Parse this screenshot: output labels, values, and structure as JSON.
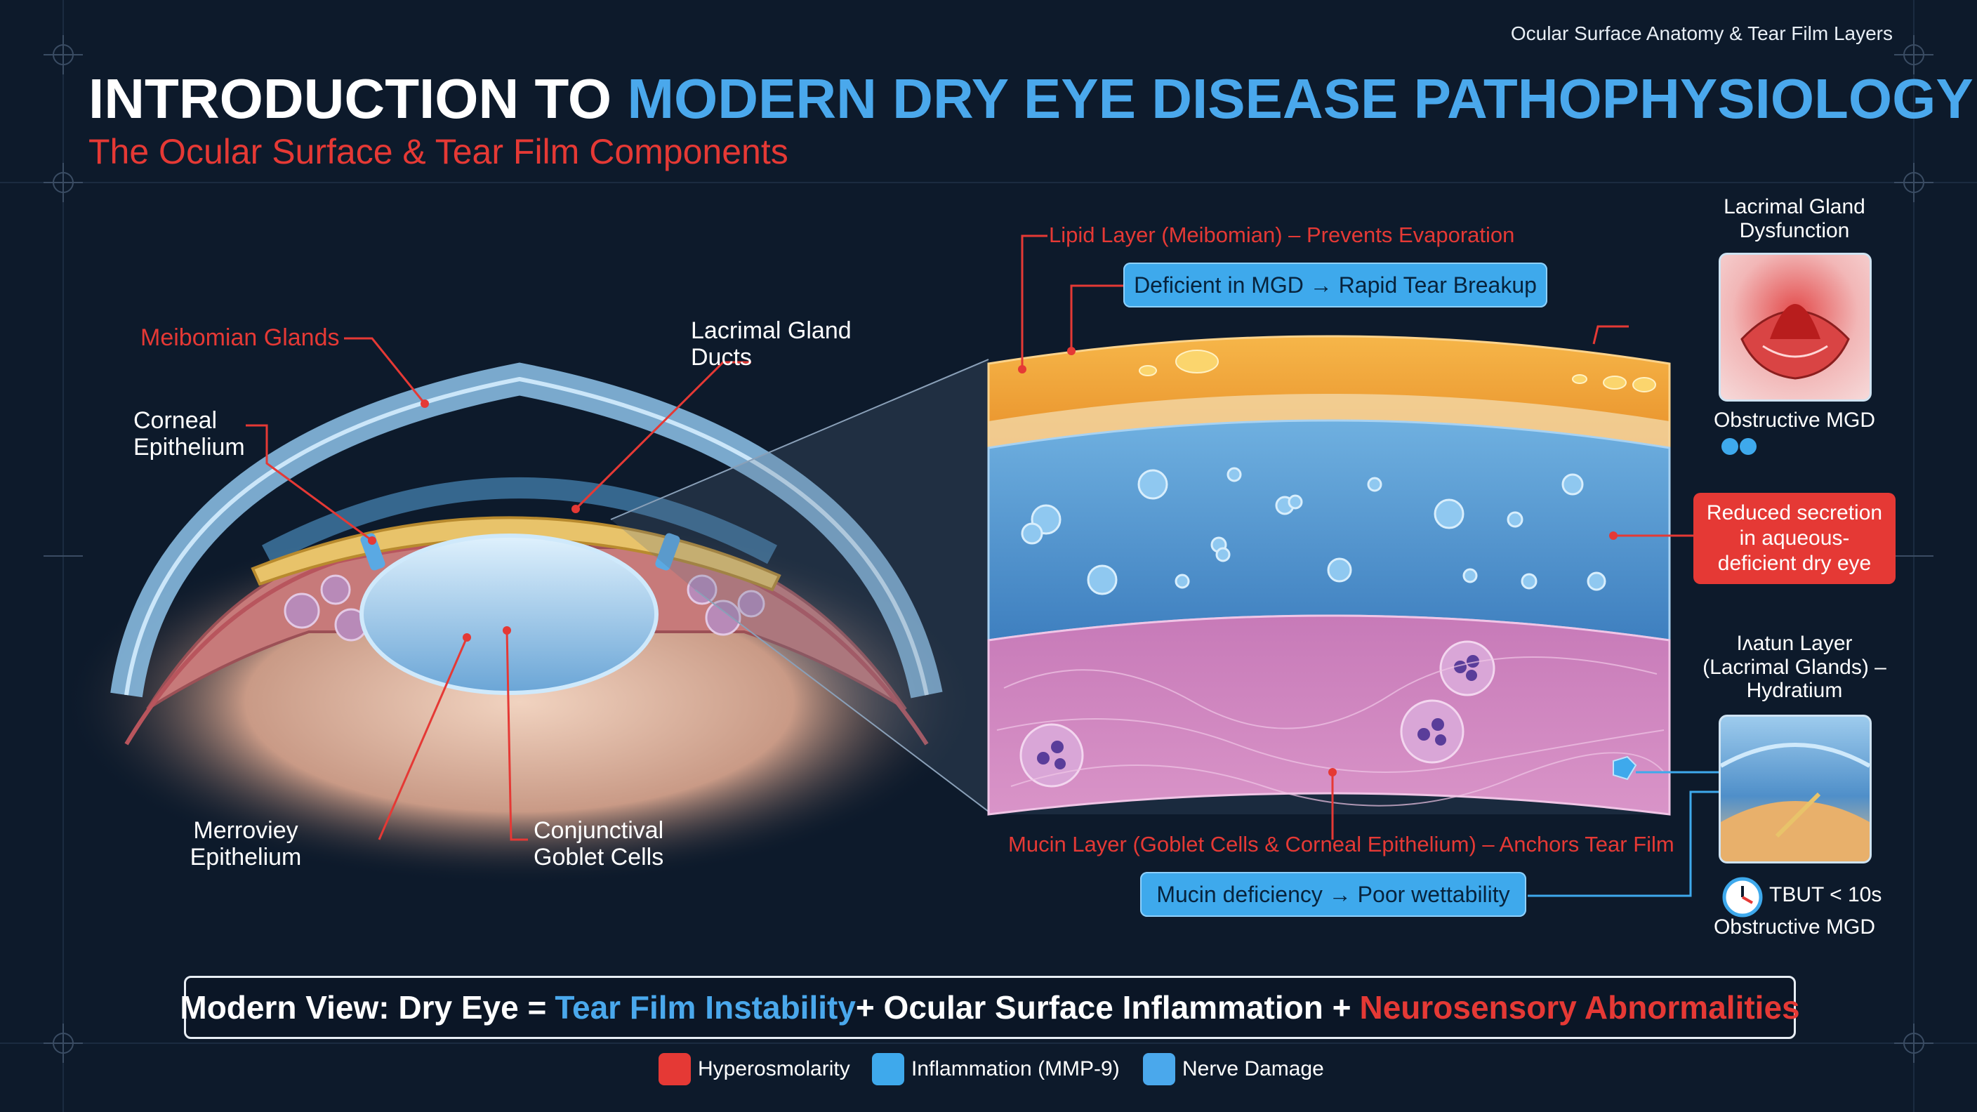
{
  "header": {
    "top_tag": "Ocular Surface Anatomy & Tear Film Layers",
    "title_part1": "INTRODUCTION TO",
    "title_part2": "MODERN DRY EYE DISEASE PATHOPHYSIOLOGY",
    "subtitle": "The Ocular Surface & Tear Film Components"
  },
  "anatomy": {
    "meibomian_glands": "Meibomian Glands",
    "corneal_epithelium_l1": "Corneal",
    "corneal_epithelium_l2": "Epithelium",
    "lacrimal_ducts_l1": "Lacrimal Gland",
    "lacrimal_ducts_l2": "Ducts",
    "merroviey_l1": "Merroviey",
    "merroviey_l2": "Epithelium",
    "goblet_l1": "Conjunctival",
    "goblet_l2": "Goblet Cells"
  },
  "tearfilm": {
    "lipid_label": "Lipid Layer (Meibomian) – Prevents Evaporation",
    "lipid_note": "Deficient in MGD → Rapid Tear Breakup",
    "mucin_label": "Mucin Layer (Goblet Cells & Corneal Epithelium) – Anchors Tear Film",
    "mucin_note": "Mucin deficiency → Poor wettability",
    "aqueous_note_l1": "Reduced secretion",
    "aqueous_note_l2": "in aqueous-",
    "aqueous_note_l3": "deficient dry eye"
  },
  "side_panel": {
    "lacrimal_dysfunction_l1": "Lacrimal Gland",
    "lacrimal_dysfunction_l2": "Dysfunction",
    "obstructive_mgd_1": "Obstructive MGD",
    "aqueous_layer_l1": "Iᴧatun Layer",
    "aqueous_layer_l2": "(Lacrimal Glands) –",
    "aqueous_layer_l3": "Hydratium",
    "tbut": "TBUT < 10s",
    "obstructive_mgd_2": "Obstructive MGD"
  },
  "formula": {
    "part1": "Modern View: Dry Eye = ",
    "part2": "Tear Film Instability",
    "part3": " + Ocular Surface Inflammation + ",
    "part4": "Neurosensory Abnormalities"
  },
  "legend": {
    "items": [
      {
        "label": "Hyperosmolarity",
        "icon": "hyperosmolarity-icon"
      },
      {
        "label": "Inflammation (MMP-9)",
        "icon": "inflammation-icon"
      },
      {
        "label": "Nerve Damage",
        "icon": "nerve-damage-icon"
      }
    ]
  },
  "colors": {
    "background": "#0d1a2b",
    "accent_blue": "#4aa8ec",
    "accent_red": "#e53935",
    "lipid": "#f3a93a",
    "aqueous": "#4f8fc9",
    "mucin": "#d07fbf"
  }
}
